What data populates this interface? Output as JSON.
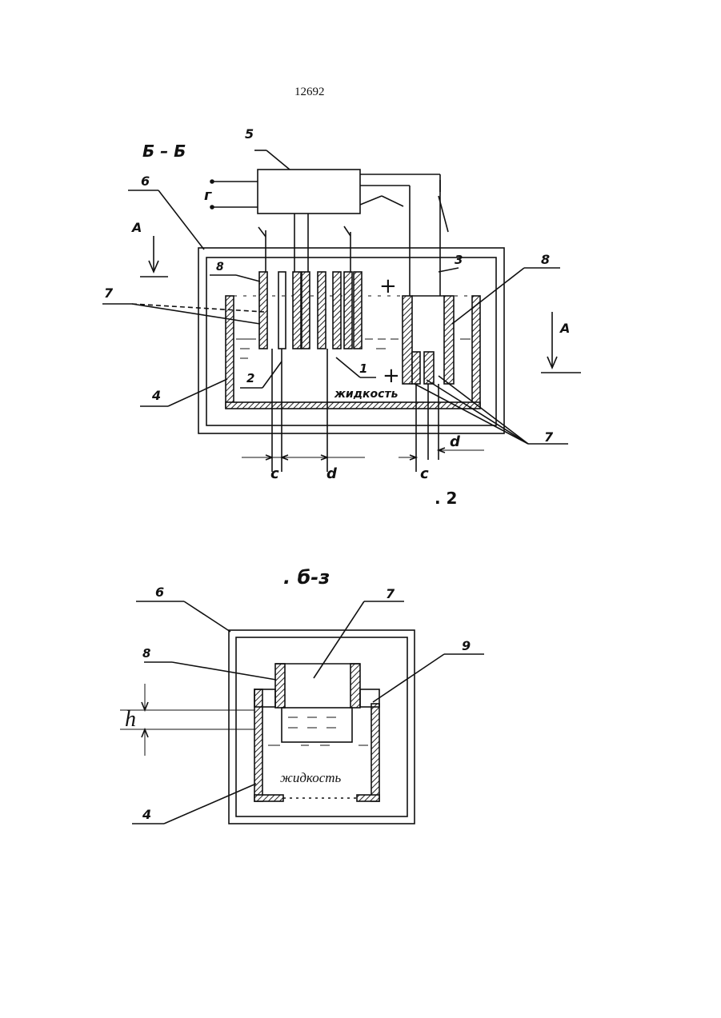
{
  "page_number": "12692",
  "figure_top": {
    "section_label": "Б – Б",
    "caption": ". 2",
    "liquid_label": "жидкость",
    "terminal_label": "г",
    "view_arrow_label": "А",
    "plus_sign": "+",
    "dimension_labels": {
      "c1": "c",
      "d1": "d",
      "c2": "c",
      "d2": "d"
    },
    "callouts": {
      "n1": "1",
      "n2": "2",
      "n3": "3",
      "n4": "4",
      "n5": "5",
      "n6": "6",
      "n7a": "7",
      "n7b": "7",
      "n8a": "8",
      "n8b": "8"
    }
  },
  "figure_bottom": {
    "section_label": ". б-з",
    "liquid_label": "жидкость",
    "dimension_label": "h",
    "callouts": {
      "n4": "4",
      "n6": "6",
      "n7": "7",
      "n8": "8",
      "n9": "9"
    }
  }
}
